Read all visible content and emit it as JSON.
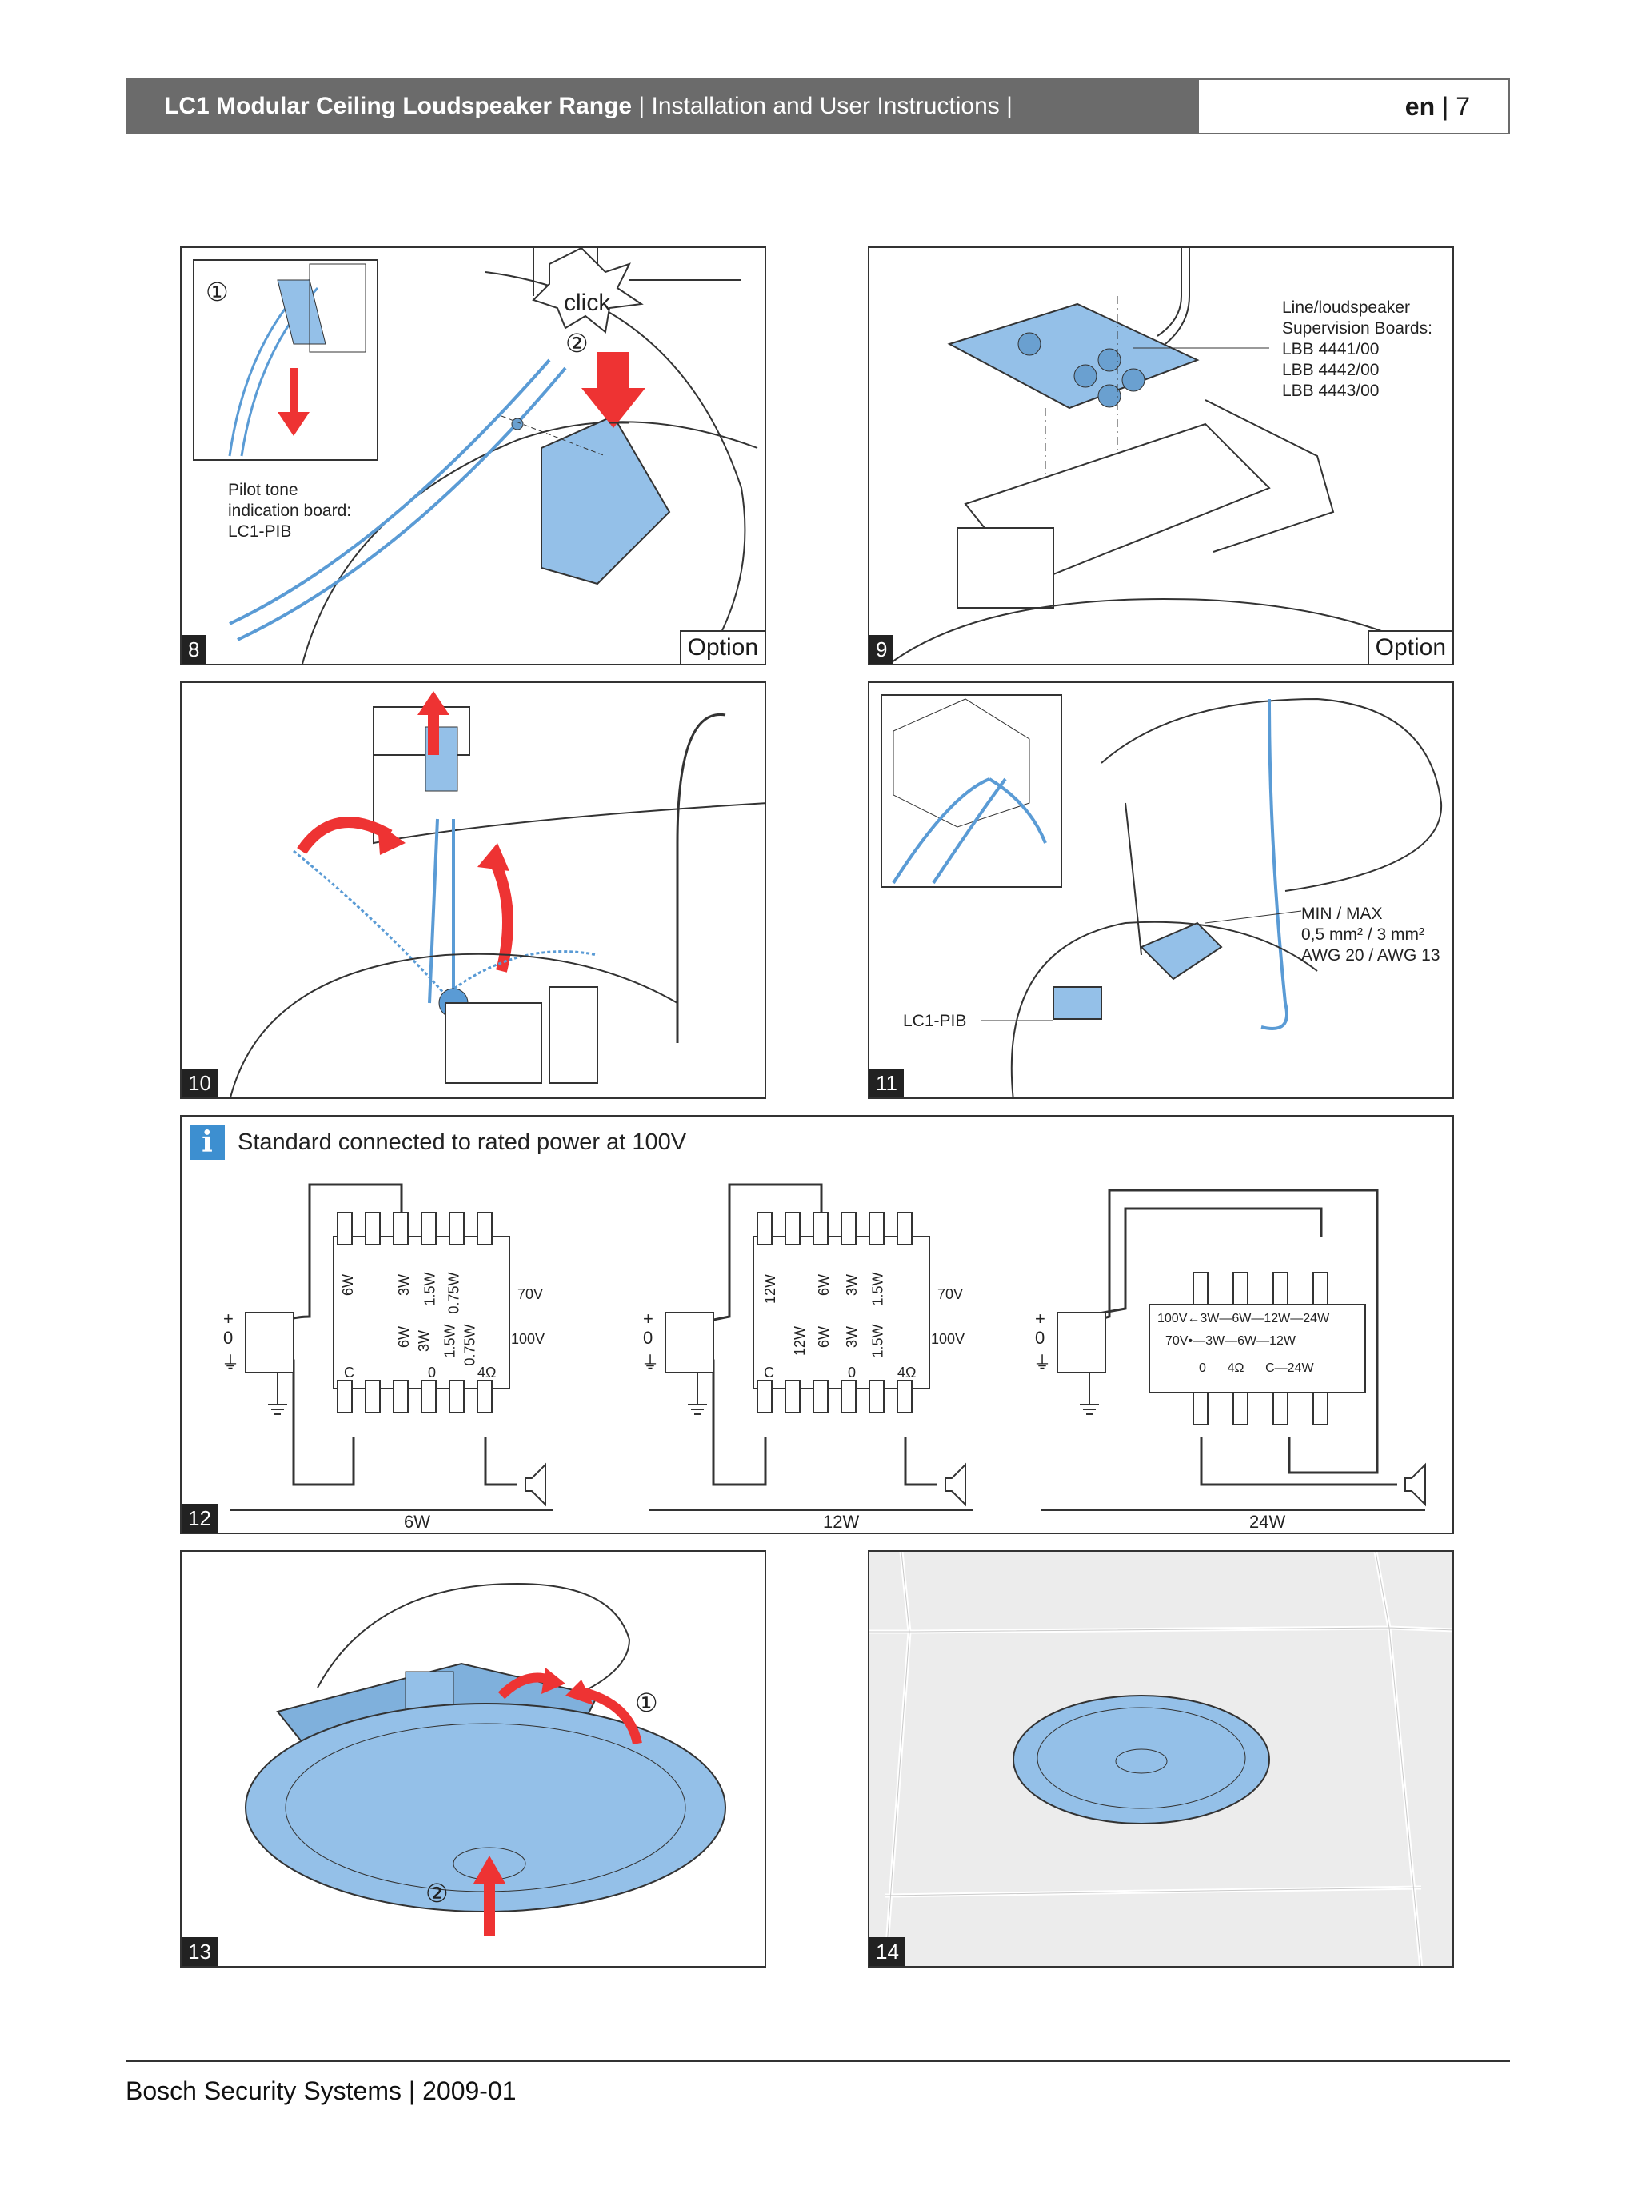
{
  "header": {
    "title_bold": "LC1 Modular Ceiling Loudspeaker Range",
    "title_rest": " | Installation and User Instructions |",
    "lang": "en",
    "page": " | 7"
  },
  "panels": {
    "p8": {
      "number": "8",
      "option": "Option",
      "label": "Pilot tone\nindication board:\nLC1-PIB",
      "click": "click",
      "step1": "①",
      "step2": "②"
    },
    "p9": {
      "number": "9",
      "option": "Option",
      "label": "Line/loudspeaker\nSupervision Boards:\nLBB 4441/00\nLBB 4442/00\nLBB 4443/00"
    },
    "p10": {
      "number": "10"
    },
    "p11": {
      "number": "11",
      "label_wire": "MIN / MAX\n0,5 mm² / 3 mm²\nAWG 20 / AWG 13",
      "label_pib": "LC1-PIB"
    },
    "p12": {
      "number": "12",
      "info_text": "Standard connected to rated power at 100V",
      "wiring": [
        {
          "caption": "6W",
          "top_labels": [
            "6W",
            "3W",
            "1.5W",
            "0.75W"
          ],
          "bottom_labels": [
            "6W",
            "3W",
            "1.5W",
            "0.75W"
          ],
          "v70": "70V",
          "v100": "100V",
          "c": "C",
          "zero": "0",
          "ohm": "4Ω"
        },
        {
          "caption": "12W",
          "top_labels": [
            "12W",
            "6W",
            "3W",
            "1.5W"
          ],
          "bottom_labels": [
            "12W",
            "6W",
            "3W",
            "1.5W"
          ],
          "v70": "70V",
          "v100": "100V",
          "c": "C",
          "zero": "0",
          "ohm": "4Ω"
        },
        {
          "caption": "24W",
          "row1": "100V←3W—6W—12W—24W",
          "row2": "70V•—3W—6W—12W",
          "row3": "0      4Ω      C—24W"
        }
      ],
      "terminal_plus": "+",
      "terminal_zero": "0",
      "terminal_gnd": "⏚"
    },
    "p13": {
      "number": "13",
      "step1": "①",
      "step2": "②"
    },
    "p14": {
      "number": "14"
    }
  },
  "footer": "Bosch Security Systems | 2009-01"
}
